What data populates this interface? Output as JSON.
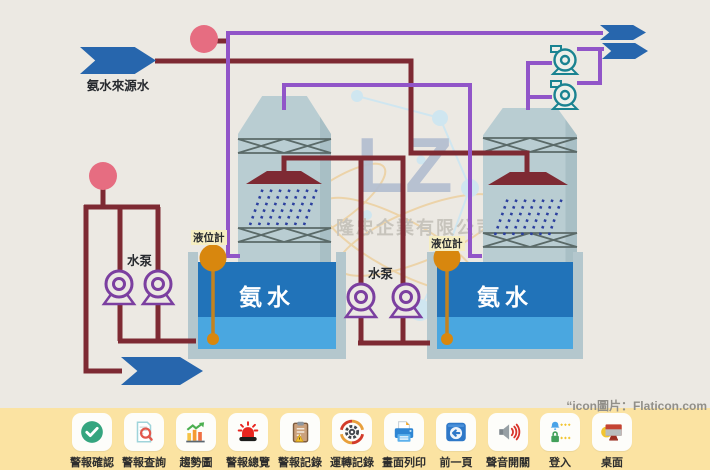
{
  "header": {
    "credit": "“icon圖片：Flaticon.com"
  },
  "watermark": {
    "logo": "LZ",
    "company": "隆忠企業有限公司"
  },
  "diagram": {
    "source_label": "氨水來源水",
    "tank_left_label": "氨水",
    "tank_right_label": "氨水",
    "pump_left_label": "水泵",
    "pump_mid_label": "水泵",
    "level_left_label": "液位計",
    "level_right_label": "液位計"
  },
  "toolbar": {
    "items": [
      {
        "label": "警報確認",
        "icon": "check-circle-icon"
      },
      {
        "label": "警報查詢",
        "icon": "document-search-icon"
      },
      {
        "label": "趨勢圖",
        "icon": "trend-chart-icon"
      },
      {
        "label": "警報總覽",
        "icon": "siren-icon"
      },
      {
        "label": "警報記錄",
        "icon": "clipboard-warning-icon"
      },
      {
        "label": "運轉記錄",
        "icon": "gear-ring-icon"
      },
      {
        "label": "畫面列印",
        "icon": "printer-icon"
      },
      {
        "label": "前一頁",
        "icon": "back-arrow-window-icon"
      },
      {
        "label": "聲音開關",
        "icon": "speaker-icon"
      },
      {
        "label": "登入",
        "icon": "login-password-icon"
      },
      {
        "label": "桌面",
        "icon": "desktop-monitor-icon"
      }
    ]
  },
  "colors": {
    "background": "#ece9e3",
    "toolbar_bg": "#fbe3a2",
    "pipe_maroon": "#7e2a33",
    "pipe_purple": "#9155c8",
    "arrow_blue": "#2766ad",
    "tower_body": "#b9cdd2",
    "tank_wall": "#b4c7cd",
    "water_dark": "#2173b9",
    "water_light": "#4aa7e0",
    "gauge_orange": "#d8870e",
    "indicator_pink": "#e66d81",
    "pump_purple": "#7b3fa0",
    "pump_teal": "#1a8391",
    "spray_blue": "#2b3f9e"
  }
}
